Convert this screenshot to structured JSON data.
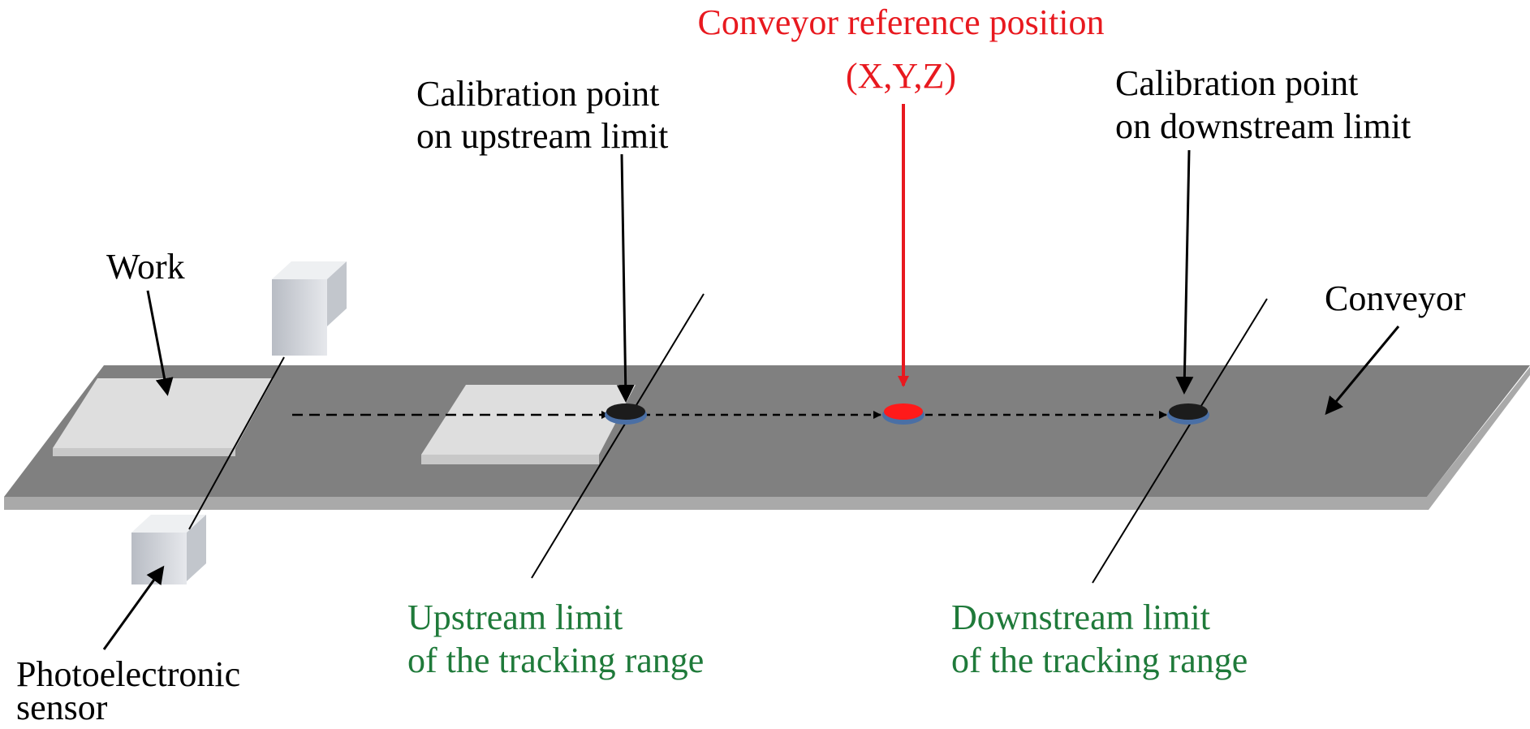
{
  "labels": {
    "reference_title": "Conveyor reference position",
    "reference_coords": "(X,Y,Z)",
    "upstream_point_line1": "Calibration point",
    "upstream_point_line2": "on upstream limit",
    "downstream_point_line1": "Calibration point",
    "downstream_point_line2": "on downstream limit",
    "work": "Work",
    "conveyor": "Conveyor",
    "sensor_line1": "Photoelectronic",
    "sensor_line2": "sensor",
    "upstream_limit_line1": "Upstream limit",
    "upstream_limit_line2": "of the tracking range",
    "downstream_limit_line1": "Downstream limit",
    "downstream_limit_line2": "of the tracking range"
  },
  "colors": {
    "reference": "#e8191f",
    "limit_text": "#1f7a3a",
    "conveyor_top": "#808080",
    "conveyor_edge": "#a9a9a9",
    "work": "#dedede",
    "point_dark": "#1c1c1c",
    "point_ring": "#4a6fa5"
  }
}
